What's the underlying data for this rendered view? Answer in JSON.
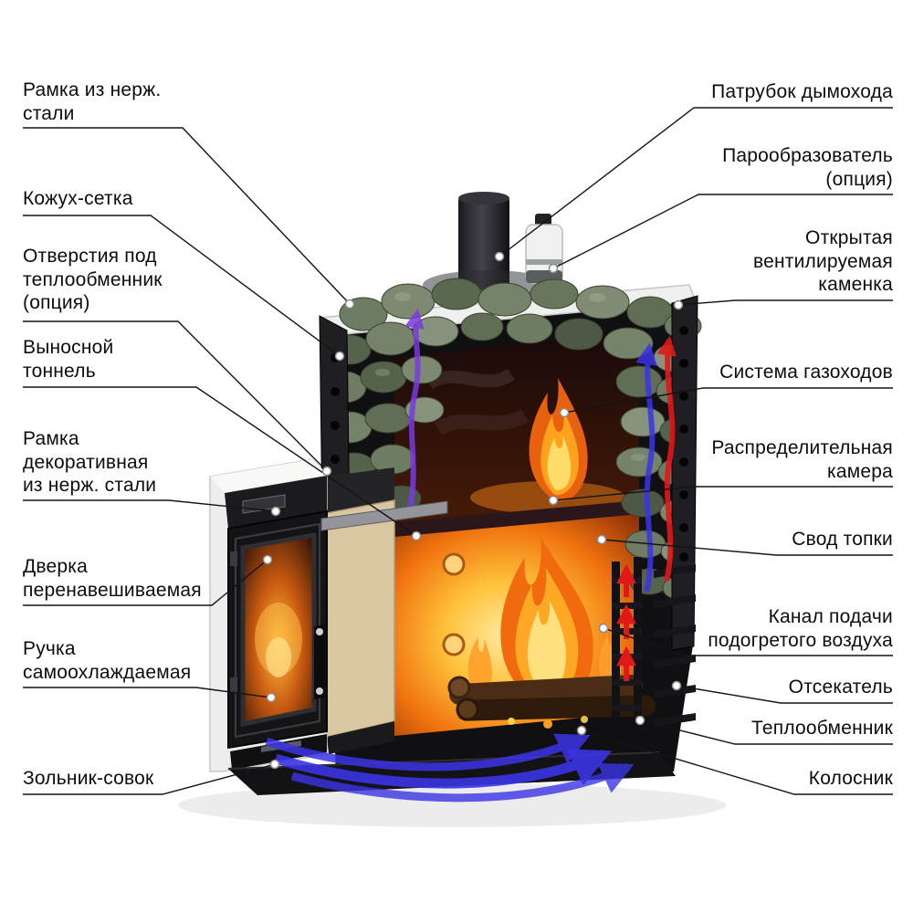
{
  "diagram": {
    "labels": {
      "left": [
        {
          "id": "frame-stainless",
          "text": "Рамка из нерж.\nстали"
        },
        {
          "id": "mesh-casing",
          "text": "Кожух-сетка"
        },
        {
          "id": "heat-exchanger-holes",
          "text": "Отверстия под\nтеплообменник\n(опция)"
        },
        {
          "id": "external-tunnel",
          "text": "Выносной\nтоннель"
        },
        {
          "id": "decorative-frame",
          "text": "Рамка\nдекоративная\nиз нерж. стали"
        },
        {
          "id": "door",
          "text": "Дверка\nперенавешиваемая"
        },
        {
          "id": "handle",
          "text": "Ручка\nсамоохлаждаемая"
        },
        {
          "id": "ash-pan",
          "text": "Зольник-совок"
        }
      ],
      "right": [
        {
          "id": "chimney-outlet",
          "text": "Патрубок дымохода"
        },
        {
          "id": "steam-generator",
          "text": "Парообразователь\n(опция)"
        },
        {
          "id": "open-kamenka",
          "text": "Открытая\nвентилируемая\nкаменка"
        },
        {
          "id": "flue-system",
          "text": "Система газоходов"
        },
        {
          "id": "distribution-chamber",
          "text": "Распределительная\nкамера"
        },
        {
          "id": "firebox-arch",
          "text": "Свод топки"
        },
        {
          "id": "warm-air-channel",
          "text": "Канал подачи\nподогретого воздуха"
        },
        {
          "id": "baffle",
          "text": "Отсекатель"
        },
        {
          "id": "heat-exchanger",
          "text": "Теплообменник"
        },
        {
          "id": "grate",
          "text": "Колосник"
        }
      ]
    },
    "colors": {
      "cold_air_arrow": "#3b34e6",
      "hot_air_arrow": "#e01818",
      "flame": "#f0720f",
      "stones": "#6e7c63",
      "label_text": "#0d0d0d"
    }
  }
}
